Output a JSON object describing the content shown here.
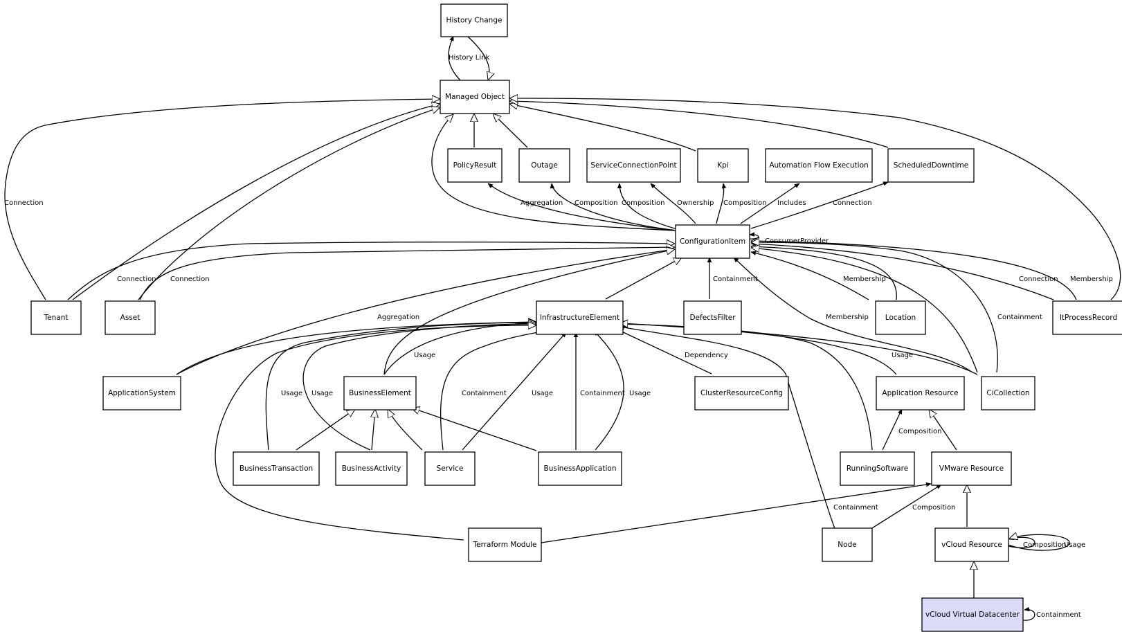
{
  "nodes": {
    "history_change": "History Change",
    "managed_object": "Managed Object",
    "policy_result": "PolicyResult",
    "outage": "Outage",
    "service_connection_point": "ServiceConnectionPoint",
    "kpi": "Kpi",
    "automation_flow_execution": "Automation Flow Execution",
    "scheduled_downtime": "ScheduledDowntime",
    "configuration_item": "ConfigurationItem",
    "tenant": "Tenant",
    "asset": "Asset",
    "infrastructure_element": "InfrastructureElement",
    "defects_filter": "DefectsFilter",
    "location": "Location",
    "itprocess_record": "ItProcessRecord",
    "application_system": "ApplicationSystem",
    "business_element": "BusinessElement",
    "cluster_resource_config": "ClusterResourceConfig",
    "application_resource": "Application Resource",
    "ci_collection": "CiCollection",
    "business_transaction": "BusinessTransaction",
    "business_activity": "BusinessActivity",
    "service": "Service",
    "business_application": "BusinessApplication",
    "running_software": "RunningSoftware",
    "vmware_resource": "VMware Resource",
    "terraform_module": "Terraform Module",
    "node": "Node",
    "vcloud_resource": "vCloud Resource",
    "vcloud_virtual_datacenter": "vCloud Virtual Datacenter"
  },
  "edge_labels": {
    "history_link": "History Link",
    "connection_tenant_mo": "Connection",
    "aggregation_policy": "Aggregation",
    "composition_outage": "Composition",
    "composition_scp": "Composition",
    "ownership_scp": "Ownership",
    "composition_kpi": "Composition",
    "includes_afe": "Includes",
    "connection_sd": "Connection",
    "consumer_provider": "ConsumerProvider",
    "connection_tenant_ci": "Connection",
    "connection_asset_ci": "Connection",
    "containment_defects": "Containment",
    "membership_location": "Membership",
    "connection_itprocess": "Connection",
    "membership_itprocess": "Membership",
    "aggregation_appsystem": "Aggregation",
    "membership_cicollection": "Membership",
    "containment_cicollection": "Containment",
    "usage_businesselement": "Usage",
    "dependency_cluster": "Dependency",
    "usage_cicollection": "Usage",
    "usage_transaction": "Usage",
    "usage_activity": "Usage",
    "containment_service": "Containment",
    "usage_service": "Usage",
    "containment_bizapp": "Containment",
    "usage_bizapp": "Usage",
    "composition_running": "Composition",
    "containment_terraform": "Containment",
    "composition_node": "Composition",
    "composition_vcloud_self": "Composition",
    "usage_vcloud_self": "Usage",
    "containment_vdc_self": "Containment"
  }
}
